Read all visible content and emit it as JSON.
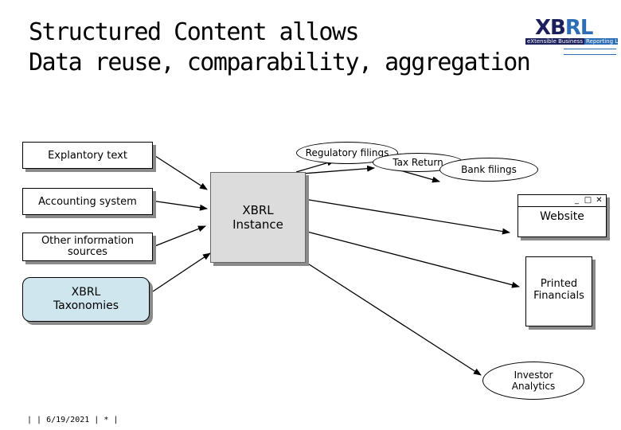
{
  "title": {
    "line1": "Structured Content allows",
    "line2": "Data reuse, comparability, aggregation"
  },
  "logo": {
    "mark_part1": "XB",
    "mark_part2": "RL",
    "tagline_part1": "eXtensible Business",
    "tagline_part2": "Reporting Language",
    "colors": {
      "dark": "#1b1f5c",
      "light": "#2d6db5"
    }
  },
  "sources": {
    "explanatory_text": "Explantory text",
    "accounting_system": "Accounting system",
    "other_information": "Other information sources",
    "taxonomies": "XBRL Taxonomies"
  },
  "center": {
    "instance": "XBRL Instance"
  },
  "outputs": {
    "regulatory_filings": "Regulatory filings",
    "tax_return": "Tax Return",
    "bank_filings": "Bank filings",
    "website": "Website",
    "printed_financials": "Printed Financials",
    "investor_analytics": "Investor Analytics"
  },
  "window_controls": [
    "_",
    "□",
    "✕"
  ],
  "footer": "|   | 6/19/2021 | * |",
  "colors": {
    "taxonomy_fill": "#cfe6ee",
    "instance_fill": "#dcdcdc",
    "shadow": "#8a8a8a"
  }
}
